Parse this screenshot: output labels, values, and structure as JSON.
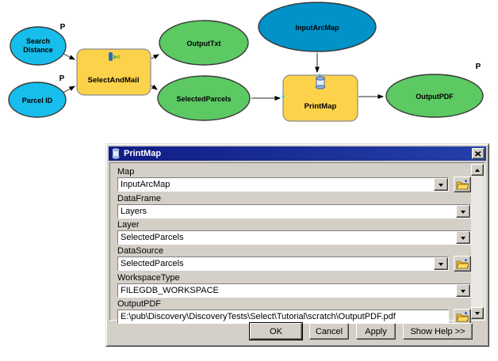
{
  "model": {
    "nodes": {
      "search_distance": {
        "line1": "Search",
        "line2": "Distance",
        "param": "P"
      },
      "parcel_id": {
        "label": "Parcel ID",
        "param": "P"
      },
      "select_and_mail": {
        "label": "SelectAndMail"
      },
      "output_txt": {
        "label": "OutputTxt"
      },
      "selected_parcels": {
        "label": "SelectedParcels"
      },
      "input_arcmap": {
        "label": "InputArcMap"
      },
      "print_map": {
        "label": "PrintMap"
      },
      "output_pdf": {
        "label": "OutputPDF",
        "param": "P"
      }
    },
    "colors": {
      "input_variable": "#17BEEC",
      "input_data": "#0092C8",
      "derived_data": "#5CC963",
      "tool": "#FCD24B"
    }
  },
  "dialog": {
    "title": "PrintMap",
    "fields": [
      {
        "label": "Map",
        "value": "InputArcMap",
        "type": "combo",
        "browse": true
      },
      {
        "label": "DataFrame",
        "value": "Layers",
        "type": "combo",
        "browse": false
      },
      {
        "label": "Layer",
        "value": "SelectedParcels",
        "type": "combo",
        "browse": false
      },
      {
        "label": "DataSource",
        "value": "SelectedParcels",
        "type": "combo",
        "browse": true
      },
      {
        "label": "WorkspaceType",
        "value": "FILEGDB_WORKSPACE",
        "type": "combo",
        "browse": false
      },
      {
        "label": "OutputPDF",
        "value": "E:\\pub\\Discovery\\DiscoveryTests\\Select\\Tutorial\\scratch\\OutputPDF.pdf",
        "type": "text",
        "browse": true
      }
    ],
    "buttons": [
      {
        "label": "OK"
      },
      {
        "label": "Cancel"
      },
      {
        "label": "Apply"
      },
      {
        "label": "Show Help >>"
      }
    ]
  }
}
